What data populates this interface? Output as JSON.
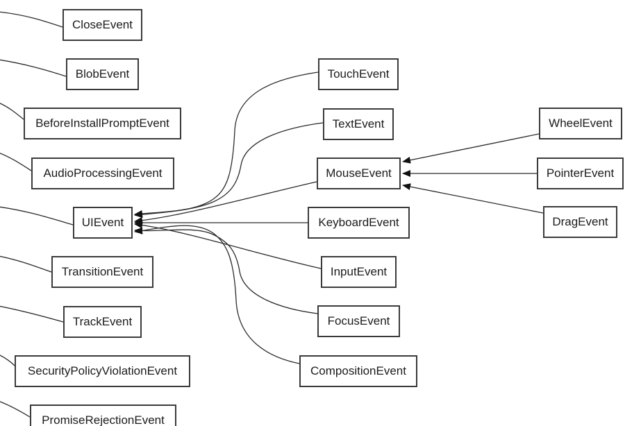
{
  "diagram": {
    "kind": "class-hierarchy-graph",
    "background_color": "#ffffff",
    "node_fill_color": "#ffffff",
    "node_border_color": "#3a3a3a",
    "edge_color": "#2a2a2a",
    "arrowhead_color": "#111111",
    "text_color": "#1b1b1b"
  },
  "nodes": [
    {
      "label": "CloseEvent"
    },
    {
      "label": "BlobEvent"
    },
    {
      "label": "BeforeInstallPromptEvent"
    },
    {
      "label": "AudioProcessingEvent"
    },
    {
      "label": "UIEvent"
    },
    {
      "label": "TransitionEvent"
    },
    {
      "label": "TrackEvent"
    },
    {
      "label": "SecurityPolicyViolationEvent"
    },
    {
      "label": "PromiseRejectionEvent"
    },
    {
      "label": "TouchEvent"
    },
    {
      "label": "TextEvent"
    },
    {
      "label": "MouseEvent"
    },
    {
      "label": "KeyboardEvent"
    },
    {
      "label": "InputEvent"
    },
    {
      "label": "FocusEvent"
    },
    {
      "label": "CompositionEvent"
    },
    {
      "label": "WheelEvent"
    },
    {
      "label": "PointerEvent"
    },
    {
      "label": "DragEvent"
    }
  ],
  "edges": [
    {
      "from": "TouchEvent",
      "to": "UIEvent",
      "arrow": true
    },
    {
      "from": "TextEvent",
      "to": "UIEvent",
      "arrow": true
    },
    {
      "from": "MouseEvent",
      "to": "UIEvent",
      "arrow": true
    },
    {
      "from": "KeyboardEvent",
      "to": "UIEvent",
      "arrow": true
    },
    {
      "from": "InputEvent",
      "to": "UIEvent",
      "arrow": true
    },
    {
      "from": "FocusEvent",
      "to": "UIEvent",
      "arrow": true
    },
    {
      "from": "CompositionEvent",
      "to": "UIEvent",
      "arrow": true
    },
    {
      "from": "WheelEvent",
      "to": "MouseEvent",
      "arrow": true
    },
    {
      "from": "PointerEvent",
      "to": "MouseEvent",
      "arrow": true
    },
    {
      "from": "DragEvent",
      "to": "MouseEvent",
      "arrow": true
    },
    {
      "from": "CloseEvent",
      "to": "(off-canvas-left)",
      "arrow": false
    },
    {
      "from": "BlobEvent",
      "to": "(off-canvas-left)",
      "arrow": false
    },
    {
      "from": "BeforeInstallPromptEvent",
      "to": "(off-canvas-left)",
      "arrow": false
    },
    {
      "from": "AudioProcessingEvent",
      "to": "(off-canvas-left)",
      "arrow": false
    },
    {
      "from": "UIEvent",
      "to": "(off-canvas-left)",
      "arrow": false
    },
    {
      "from": "TransitionEvent",
      "to": "(off-canvas-left)",
      "arrow": false
    },
    {
      "from": "TrackEvent",
      "to": "(off-canvas-left)",
      "arrow": false
    },
    {
      "from": "SecurityPolicyViolationEvent",
      "to": "(off-canvas-left)",
      "arrow": false
    },
    {
      "from": "PromiseRejectionEvent",
      "to": "(off-canvas-left)",
      "arrow": false
    }
  ]
}
